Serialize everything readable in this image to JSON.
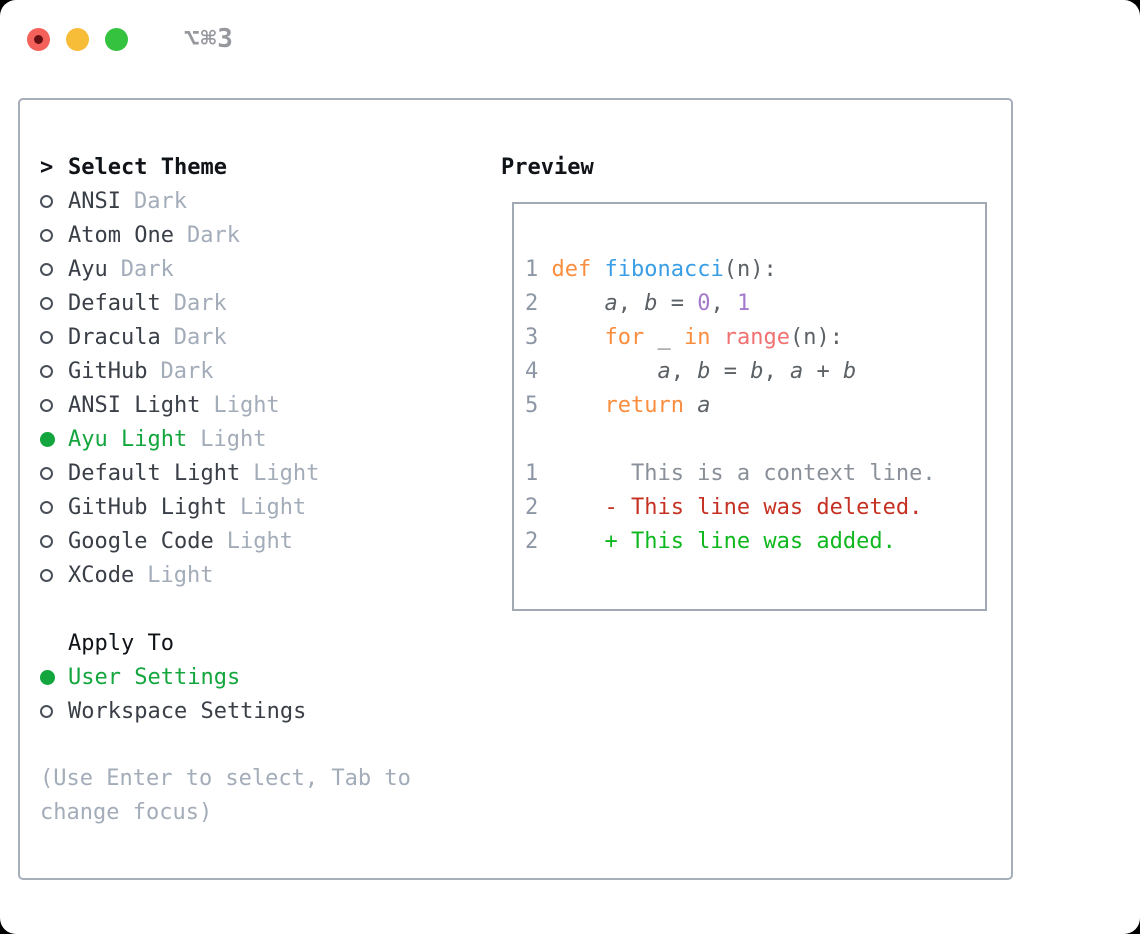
{
  "window": {
    "title": "⌥⌘3"
  },
  "theme_selector": {
    "caret": ">",
    "header": "Select Theme",
    "items": [
      {
        "name": "ANSI",
        "variant": "Dark",
        "selected": false
      },
      {
        "name": "Atom One",
        "variant": "Dark",
        "selected": false
      },
      {
        "name": "Ayu",
        "variant": "Dark",
        "selected": false
      },
      {
        "name": "Default",
        "variant": "Dark",
        "selected": false
      },
      {
        "name": "Dracula",
        "variant": "Dark",
        "selected": false
      },
      {
        "name": "GitHub",
        "variant": "Dark",
        "selected": false
      },
      {
        "name": "ANSI Light",
        "variant": "Light",
        "selected": false
      },
      {
        "name": "Ayu Light",
        "variant": "Light",
        "selected": true
      },
      {
        "name": "Default Light",
        "variant": "Light",
        "selected": false
      },
      {
        "name": "GitHub Light",
        "variant": "Light",
        "selected": false
      },
      {
        "name": "Google Code",
        "variant": "Light",
        "selected": false
      },
      {
        "name": "XCode",
        "variant": "Light",
        "selected": false
      }
    ]
  },
  "apply_to": {
    "header": "Apply To",
    "options": [
      {
        "label": "User Settings",
        "selected": true
      },
      {
        "label": "Workspace Settings",
        "selected": false
      }
    ]
  },
  "help_lines": [
    "(Use Enter to select, Tab to",
    "change focus)"
  ],
  "preview": {
    "header": "Preview",
    "lines": [
      {
        "num": "1",
        "tokens": [
          {
            "t": "def",
            "c": "kw"
          },
          {
            "t": " ",
            "c": "pl"
          },
          {
            "t": "fibonacci",
            "c": "fn"
          },
          {
            "t": "(n):",
            "c": "pl"
          }
        ]
      },
      {
        "num": "2",
        "tokens": [
          {
            "t": "    ",
            "c": "pl"
          },
          {
            "t": "a",
            "c": "var"
          },
          {
            "t": ", ",
            "c": "pl"
          },
          {
            "t": "b",
            "c": "var"
          },
          {
            "t": " = ",
            "c": "pl"
          },
          {
            "t": "0",
            "c": "num"
          },
          {
            "t": ", ",
            "c": "pl"
          },
          {
            "t": "1",
            "c": "num"
          }
        ]
      },
      {
        "num": "3",
        "tokens": [
          {
            "t": "    ",
            "c": "pl"
          },
          {
            "t": "for",
            "c": "kw"
          },
          {
            "t": " _ ",
            "c": "pl"
          },
          {
            "t": "in",
            "c": "kw"
          },
          {
            "t": " ",
            "c": "pl"
          },
          {
            "t": "range",
            "c": "call"
          },
          {
            "t": "(n):",
            "c": "pl"
          }
        ]
      },
      {
        "num": "4",
        "tokens": [
          {
            "t": "        ",
            "c": "pl"
          },
          {
            "t": "a",
            "c": "var"
          },
          {
            "t": ", ",
            "c": "pl"
          },
          {
            "t": "b",
            "c": "var"
          },
          {
            "t": " = ",
            "c": "pl"
          },
          {
            "t": "b",
            "c": "var"
          },
          {
            "t": ", ",
            "c": "pl"
          },
          {
            "t": "a",
            "c": "var"
          },
          {
            "t": " + ",
            "c": "pl"
          },
          {
            "t": "b",
            "c": "var"
          }
        ]
      },
      {
        "num": "5",
        "tokens": [
          {
            "t": "    ",
            "c": "pl"
          },
          {
            "t": "return",
            "c": "kw"
          },
          {
            "t": " ",
            "c": "pl"
          },
          {
            "t": "a",
            "c": "var"
          }
        ]
      },
      {
        "blank": true
      },
      {
        "num": "1",
        "tokens": [
          {
            "t": "      This is a context line.",
            "c": "ctx"
          }
        ]
      },
      {
        "num": "2",
        "tokens": [
          {
            "t": "    ",
            "c": "pl"
          },
          {
            "t": "- This line was deleted.",
            "c": "del"
          }
        ]
      },
      {
        "num": "2",
        "tokens": [
          {
            "t": "    ",
            "c": "pl"
          },
          {
            "t": "+ This line was added.",
            "c": "add"
          }
        ]
      }
    ]
  },
  "colors": {
    "green": "#14A63E",
    "dark": "#3A3F47",
    "header": "#101317",
    "dim": "#A3ACB9",
    "radio": "#4A505A",
    "gutter": "#8C96A5",
    "kw": "#FA8D3E",
    "fn": "#399EE6",
    "call": "#F07171",
    "num": "#A37ACC",
    "plain": "#5C6166",
    "ctx": "#8A9099",
    "del": "#C53223",
    "add": "#0FB81F",
    "border_panel": "#A6AEB9",
    "border_box": "#A0A9B4",
    "title": "#96989D",
    "light_red": "#F4605A",
    "light_red_dot": "#651113",
    "light_yellow": "#F7BD39",
    "light_green": "#35C23F"
  }
}
